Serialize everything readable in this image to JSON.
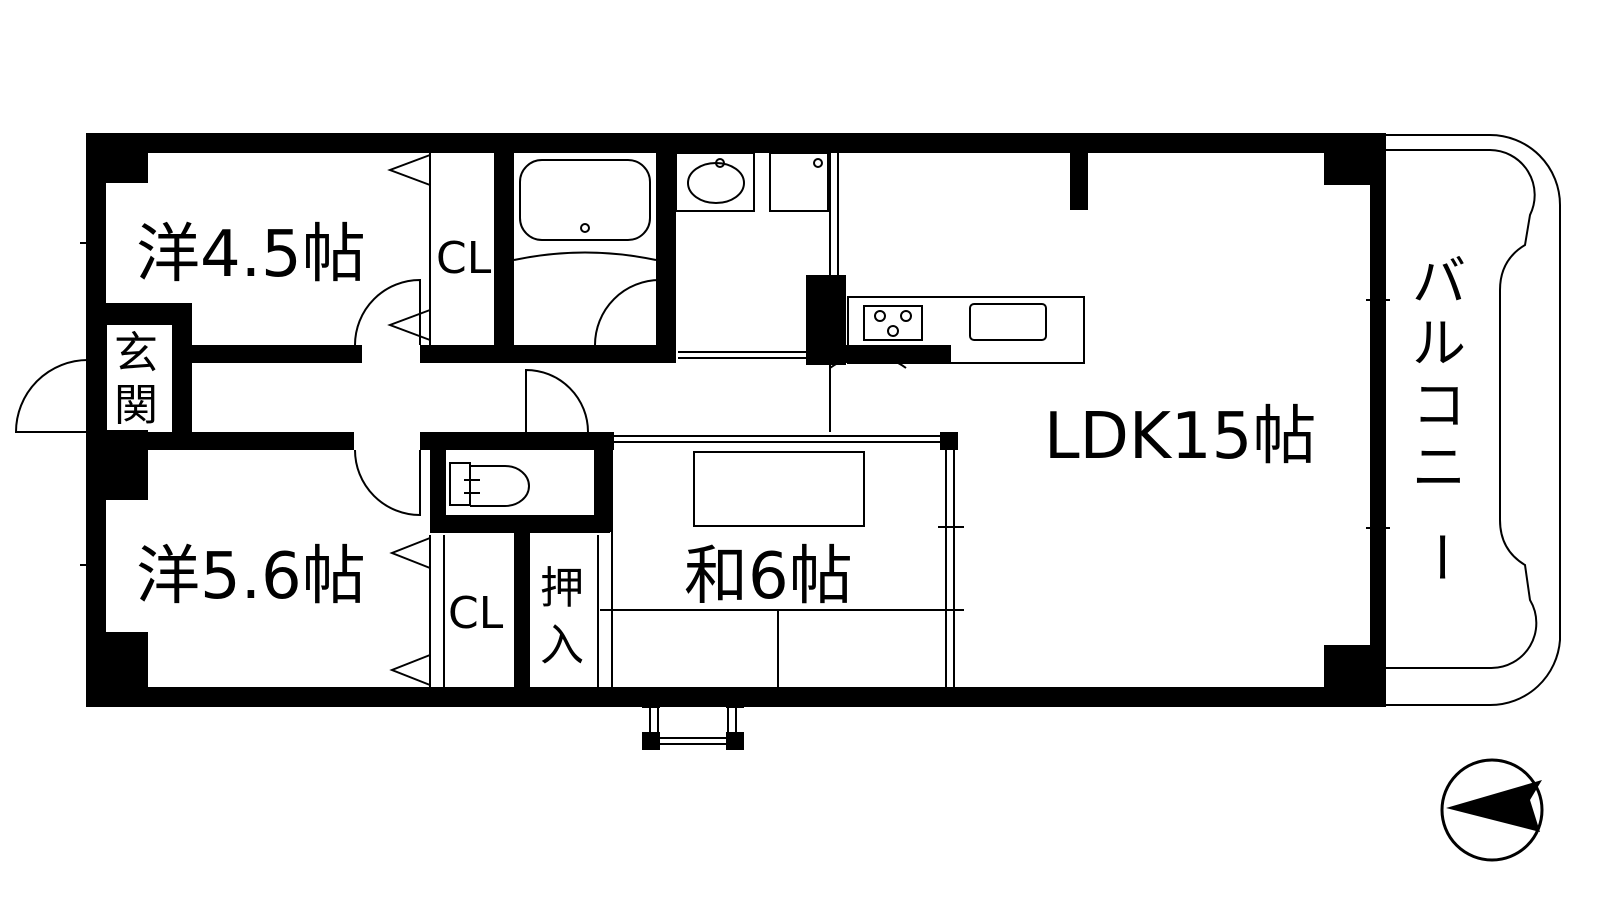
{
  "rooms": {
    "western_1": "洋4.5帖",
    "western_2": "洋5.6帖",
    "closet_1": "CL",
    "closet_2": "CL",
    "entrance_char_1": "玄",
    "entrance_char_2": "関",
    "storage_char_1": "押",
    "storage_char_2": "入",
    "japanese": "和6帖",
    "ldk": "LDK15帖",
    "balcony": [
      "バ",
      "ル",
      "コ",
      "ニ",
      "ー"
    ]
  },
  "colors": {
    "wall": "#000000",
    "line": "#000000",
    "background": "#ffffff"
  },
  "icons": [
    "compass-icon",
    "sink-icon",
    "stove-icon",
    "toilet-icon",
    "bathtub-icon",
    "washbasin-icon"
  ]
}
